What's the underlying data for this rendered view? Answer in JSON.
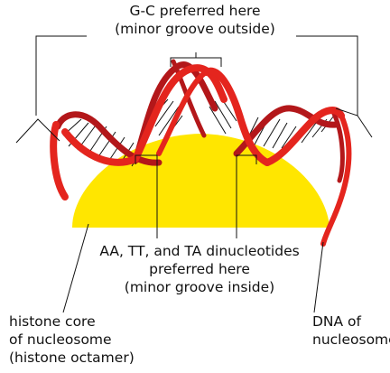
{
  "labels": {
    "gc_line1": "G-C preferred here",
    "gc_line2": "(minor groove outside)",
    "at_line1": "AA, TT, and TA dinucleotides",
    "at_line2": "preferred here",
    "at_line3": "(minor groove inside)",
    "core_line1": "histone core",
    "core_line2": "of nucleosome",
    "core_line3": "(histone octamer)",
    "dna_line1": "DNA of",
    "dna_line2": "nucleosome"
  },
  "colors": {
    "histone_core": "#ffe600",
    "dna_strand_front": "#e4251e",
    "dna_strand_back": "#b3171a",
    "base_pair_lines": "#111111",
    "leader_lines": "#111111"
  }
}
